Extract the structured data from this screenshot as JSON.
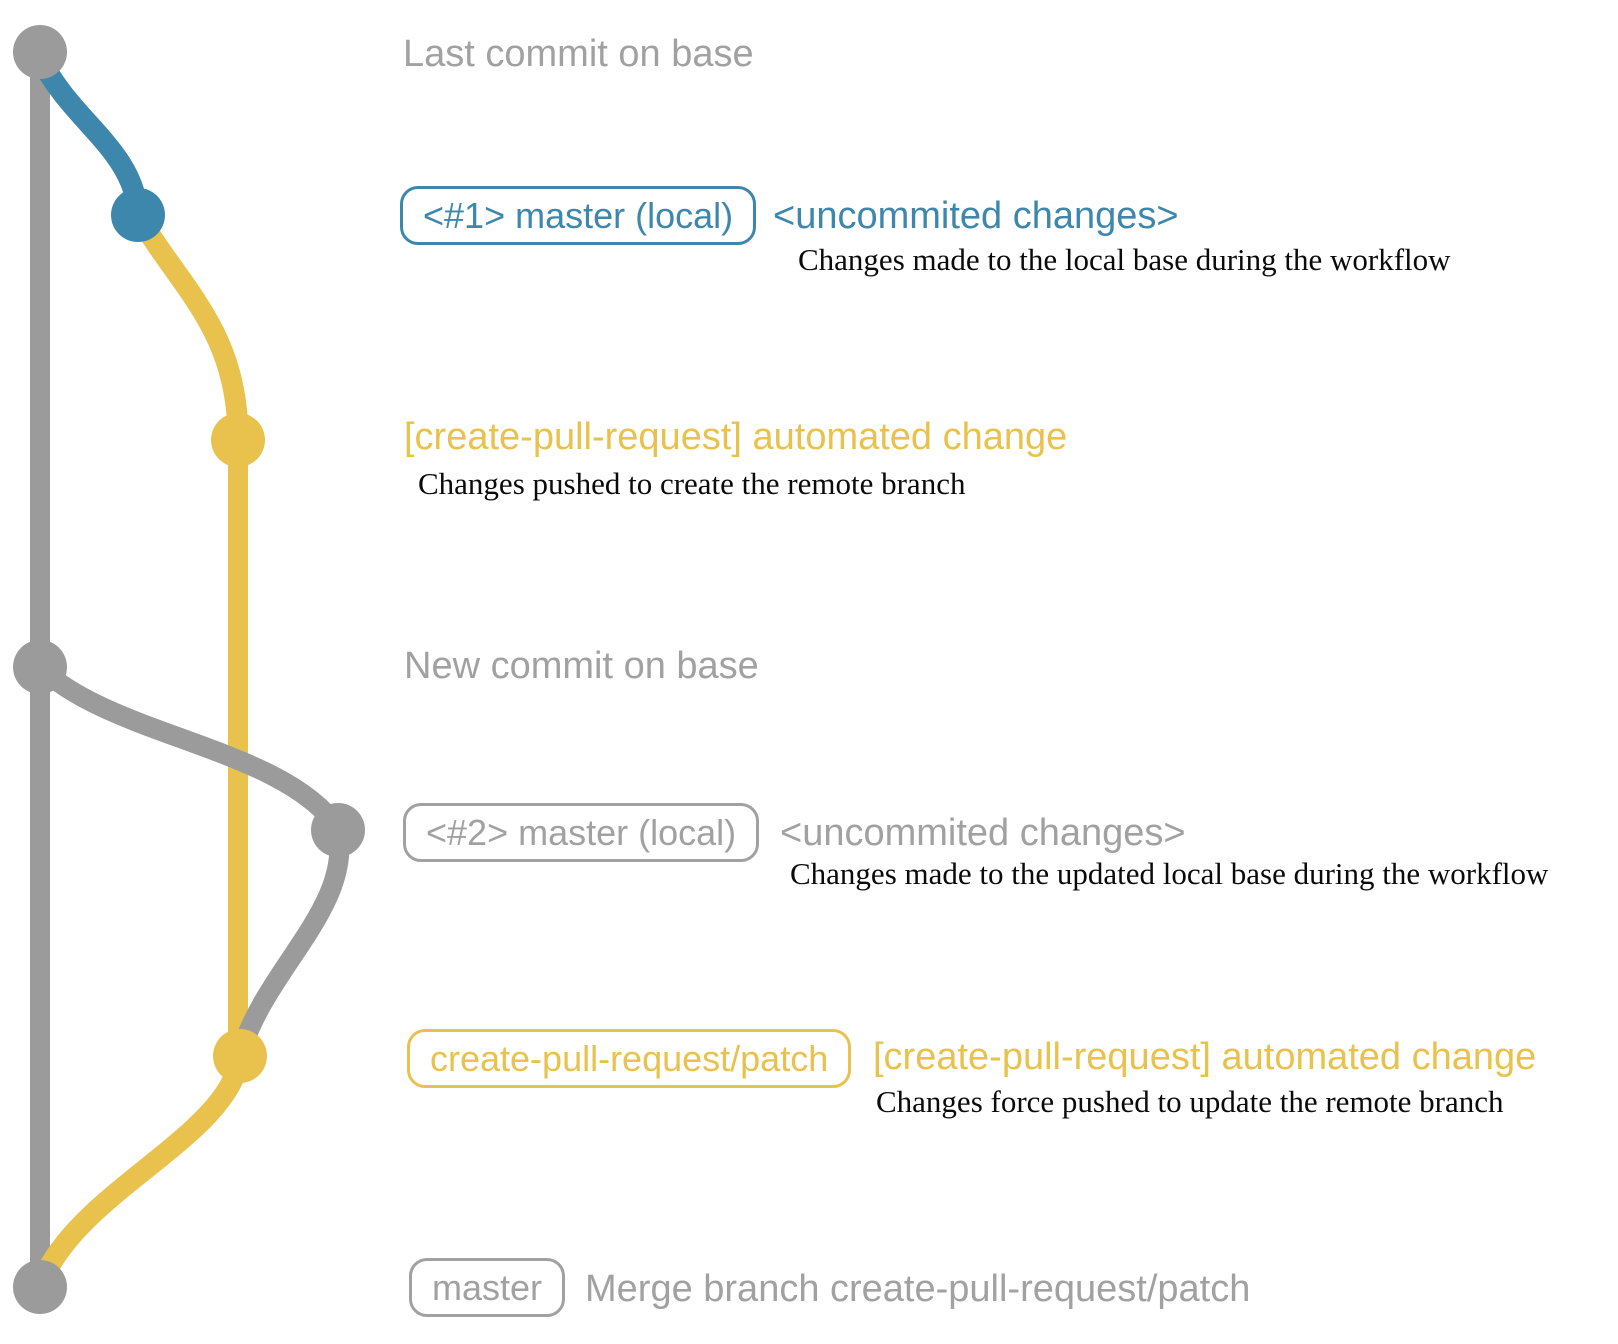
{
  "diagram_type": "git-commit-graph",
  "colors": {
    "graph_gray": "#9b9b9b",
    "text_gray": "#a1a1a1",
    "blue": "#3d87ac",
    "yellow": "#e8c24c",
    "description_black": "#0a0a0a",
    "background": "#ffffff"
  },
  "graph": {
    "branches": [
      {
        "name": "base",
        "color_key": "graph_gray"
      },
      {
        "name": "master (local)",
        "color_key": "blue"
      },
      {
        "name": "create-pull-request/patch",
        "color_key": "yellow"
      }
    ],
    "commit_nodes": [
      {
        "label": "last-commit-on-base",
        "color_key": "graph_gray"
      },
      {
        "label": "local-uncommitted-1",
        "color_key": "blue"
      },
      {
        "label": "automated-change-1",
        "color_key": "yellow"
      },
      {
        "label": "new-commit-on-base",
        "color_key": "graph_gray"
      },
      {
        "label": "local-uncommitted-2",
        "color_key": "graph_gray"
      },
      {
        "label": "automated-change-2",
        "color_key": "yellow"
      },
      {
        "label": "merge-commit",
        "color_key": "graph_gray"
      }
    ]
  },
  "labels": {
    "last_commit": "Last commit on base",
    "new_commit": "New commit on base"
  },
  "row1": {
    "badge": "<#1> master (local)",
    "note": "<uncommited changes>",
    "desc": "Changes made to the local base during the workflow"
  },
  "row2": {
    "label": "[create-pull-request] automated change",
    "desc": "Changes pushed to create the remote branch"
  },
  "row3": {
    "badge": "<#2> master (local)",
    "note": "<uncommited changes>",
    "desc": "Changes made to the updated local base during the workflow"
  },
  "row4": {
    "badge": "create-pull-request/patch",
    "note": "[create-pull-request] automated change",
    "desc": "Changes force pushed to update the remote branch"
  },
  "row5": {
    "badge": "master",
    "note": "Merge branch create-pull-request/patch"
  }
}
